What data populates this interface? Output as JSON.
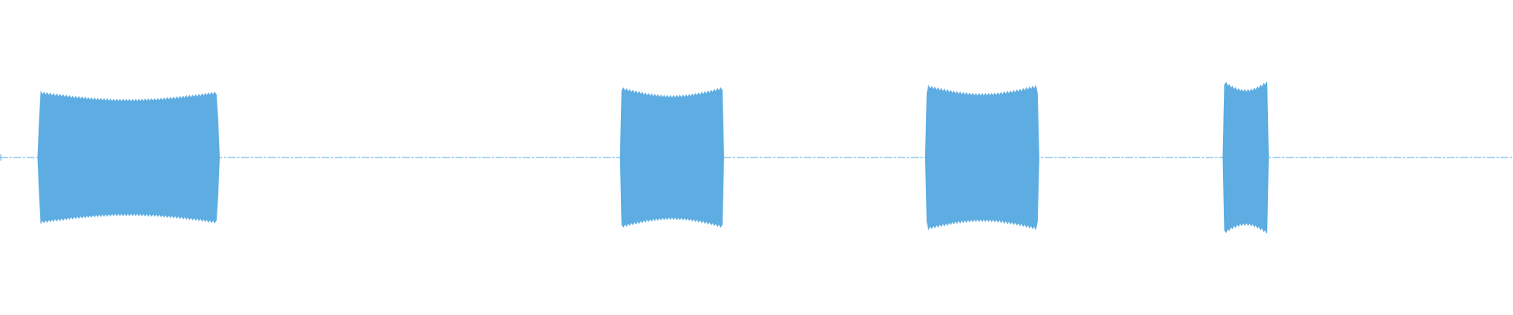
{
  "waveform": {
    "color": "#5dade2",
    "background": "#ffffff",
    "duration_s": 30.0,
    "bursts": [
      {
        "start_s": 0.75,
        "end_s": 4.35,
        "peak_amplitude": 0.6
      },
      {
        "start_s": 12.3,
        "end_s": 14.35,
        "peak_amplitude": 0.64
      },
      {
        "start_s": 18.35,
        "end_s": 20.6,
        "peak_amplitude": 0.66
      },
      {
        "start_s": 24.25,
        "end_s": 25.15,
        "peak_amplitude": 0.7
      }
    ]
  }
}
